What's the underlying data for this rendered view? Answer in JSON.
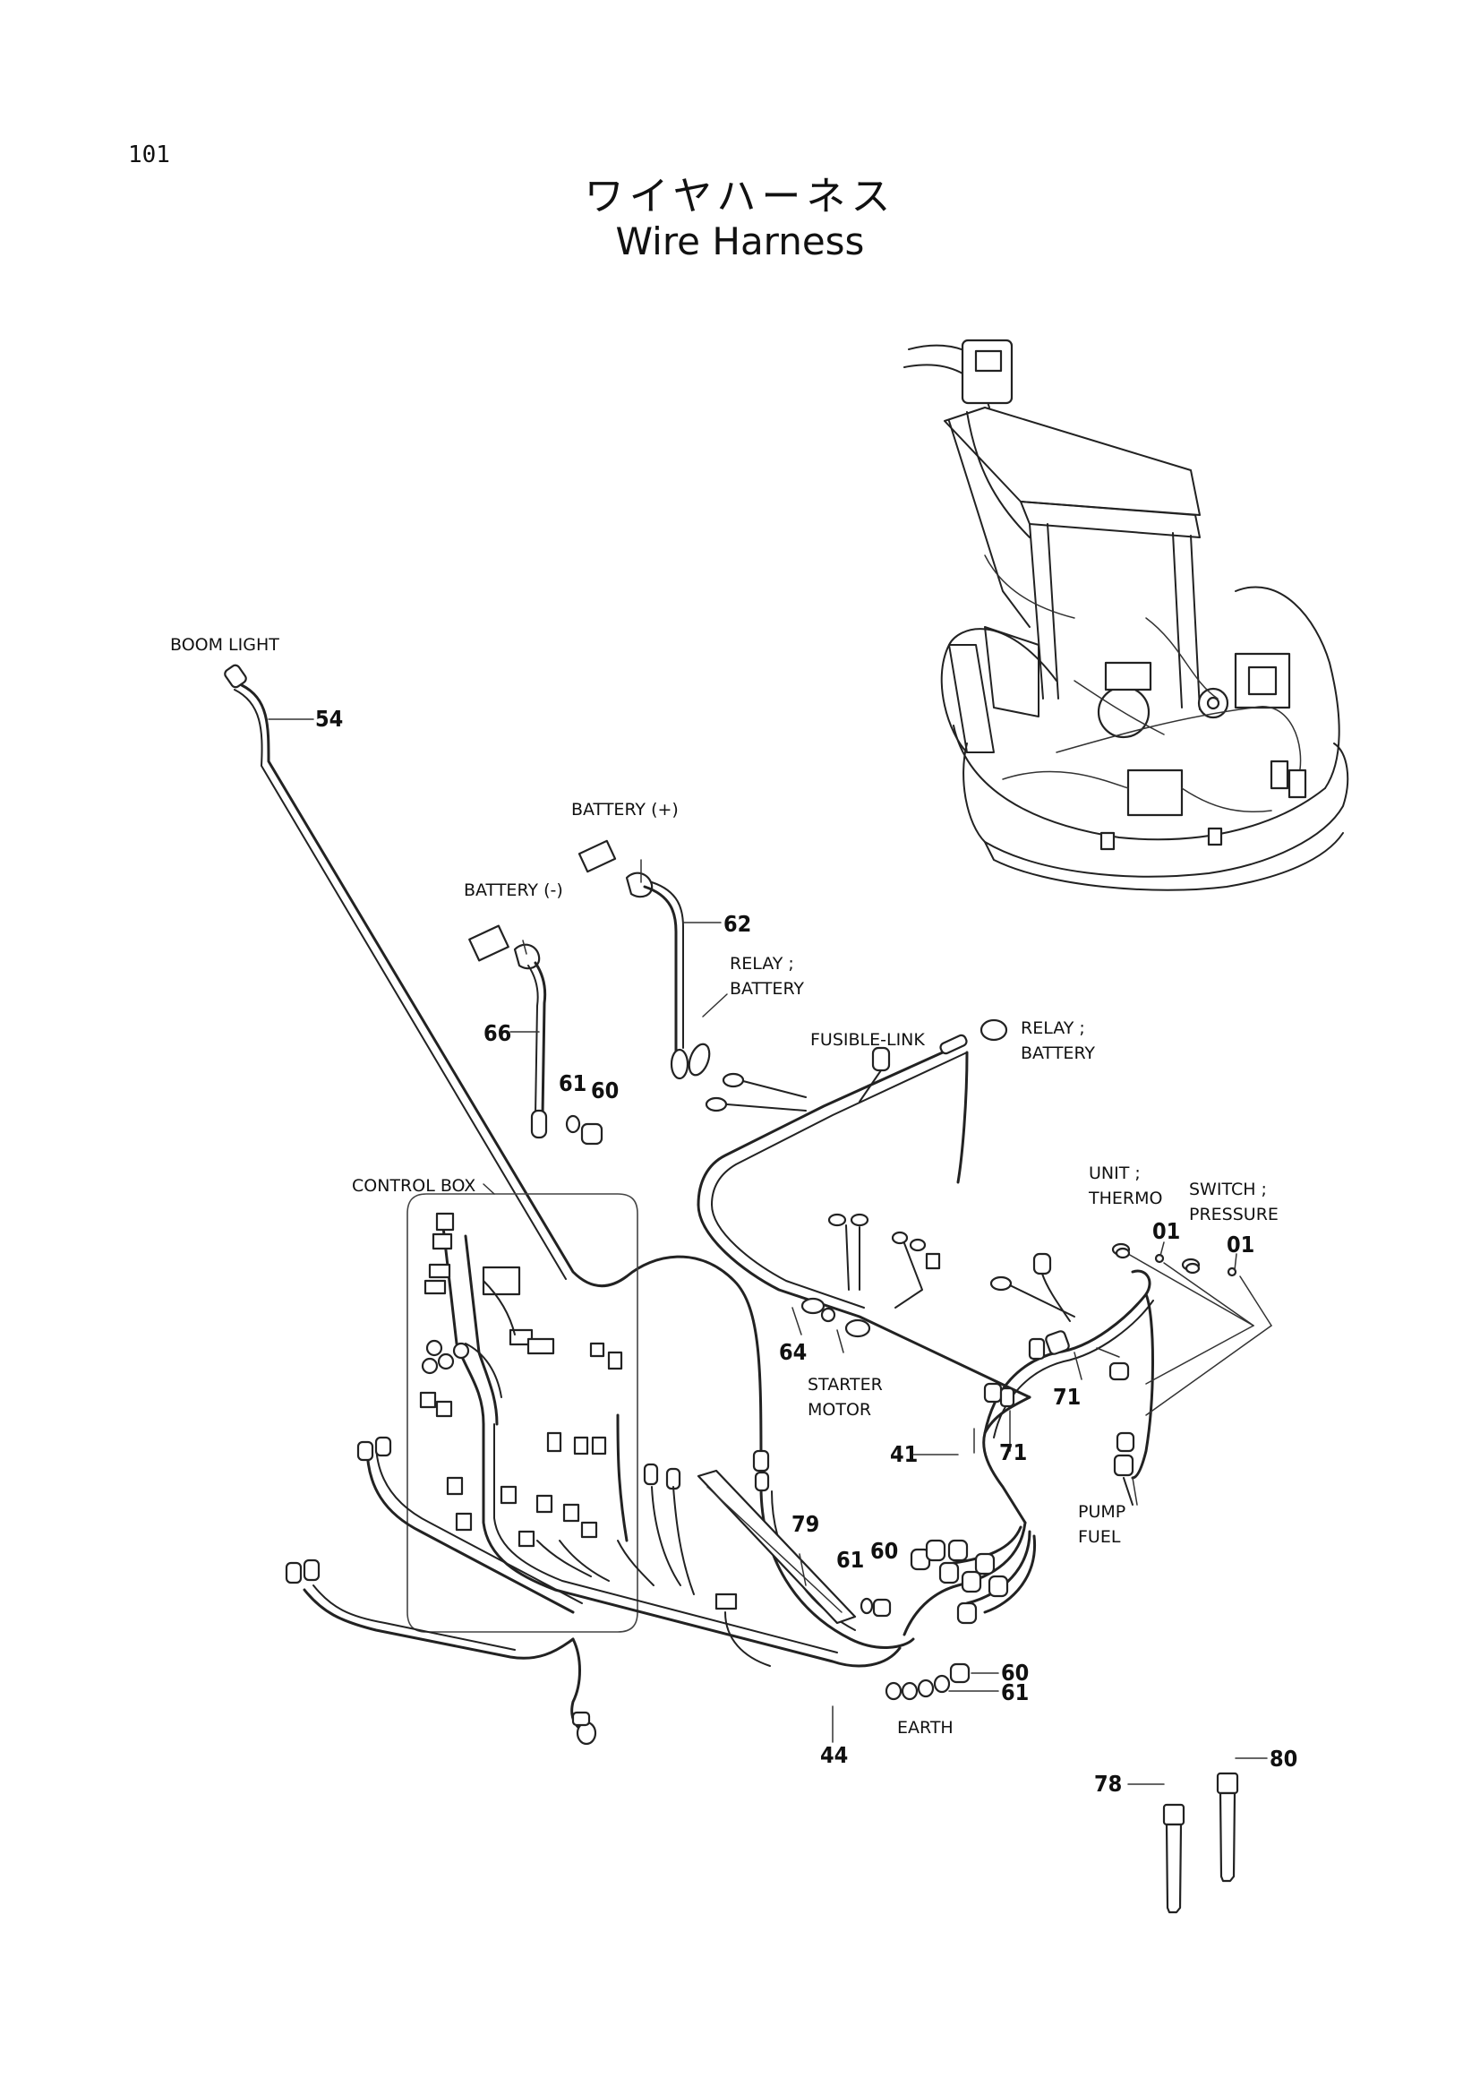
{
  "page_number": "101",
  "title_jp": "ワイヤハーネス",
  "title_en": "Wire Harness",
  "labels": {
    "boom_light": "BOOM LIGHT",
    "battery_plus": "BATTERY (+)",
    "battery_minus": "BATTERY (-)",
    "relay_battery_1a": "RELAY ;",
    "relay_battery_1b": "BATTERY",
    "fusible_link": "FUSIBLE-LINK",
    "relay_battery_2a": "RELAY ;",
    "relay_battery_2b": "BATTERY",
    "control_box": "CONTROL BOX",
    "unit_thermo_a": "UNIT ;",
    "unit_thermo_b": "THERMO",
    "switch_pressure_a": "SWITCH ;",
    "switch_pressure_b": "PRESSURE",
    "starter_motor_a": "STARTER",
    "starter_motor_b": "MOTOR",
    "pump_fuel_a": "PUMP",
    "pump_fuel_b": "FUEL",
    "earth": "EARTH"
  },
  "callouts": {
    "p54": "54",
    "p62": "62",
    "p66": "66",
    "p61_a": "61",
    "p60_a": "60",
    "p01_a": "01",
    "p01_b": "01",
    "p64": "64",
    "p71_a": "71",
    "p71_b": "71",
    "p41": "41",
    "p79": "79",
    "p61_b": "61",
    "p60_b": "60",
    "p60_c": "60",
    "p61_c": "61",
    "p44": "44",
    "p78": "78",
    "p80": "80"
  }
}
